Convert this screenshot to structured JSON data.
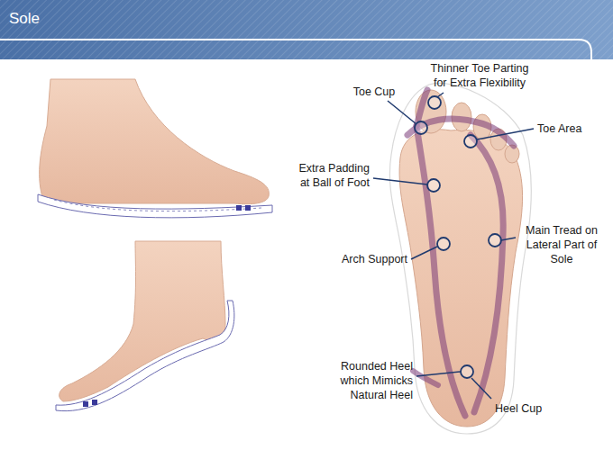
{
  "diagram": {
    "title": "Sole",
    "labels": [
      "Thinner Toe Parting for Extra Flexibility",
      "Toe Cup",
      "Toe Area",
      "Extra Padding at Ball of Foot",
      "Arch Support",
      "Main Tread on Lateral Part of Sole",
      "Rounded Heel which Mimicks Natural Heel",
      "Heel Cup"
    ]
  }
}
